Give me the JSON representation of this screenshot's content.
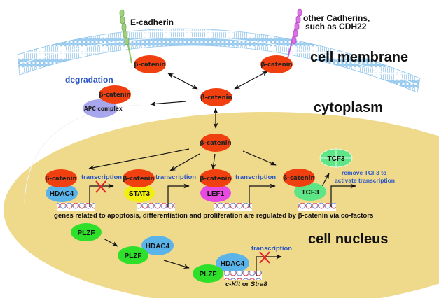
{
  "diagram": {
    "compartments": {
      "membrane": "cell membrane",
      "cytoplasm": "cytoplasm",
      "nucleus": "cell nucleus"
    },
    "membrane_proteins": {
      "ecadherin": "E-cadherin",
      "other_line1": "other Cadherins,",
      "other_line2": "such as CDH22"
    },
    "beta_catenin": "β-catenin",
    "degradation": {
      "label": "degradation",
      "apc": "APC complex"
    },
    "cofactors": {
      "hdac4": "HDAC4",
      "stat3": "STAT3",
      "lef1": "LEF1",
      "tcf3": "TCF3",
      "plzf": "PLZF"
    },
    "transcription": "transcription",
    "remove_tcf3_line1": "remove TCF3 to",
    "remove_tcf3_line2": "activate transcription",
    "genes_caption": "genes related to apoptosis, differentiation and proliferation are regulated by β-catenin via co-factors",
    "target_genes": {
      "ckit": "c-Kit",
      "or": " or ",
      "stra8": "Stra8"
    },
    "colors": {
      "beta_catenin": "#f0400f",
      "hdac4": "#5ab4ea",
      "stat3": "#f2ee10",
      "lef1": "#e64ae0",
      "tcf3": "#5ee585",
      "plzf": "#2fe02a",
      "apc": "#a8a6ec",
      "nucleus": "#efd98b",
      "membrane": "#8fc6ee",
      "text_blue": "#2a56c6",
      "inhibit_x": "#e8202a"
    }
  }
}
